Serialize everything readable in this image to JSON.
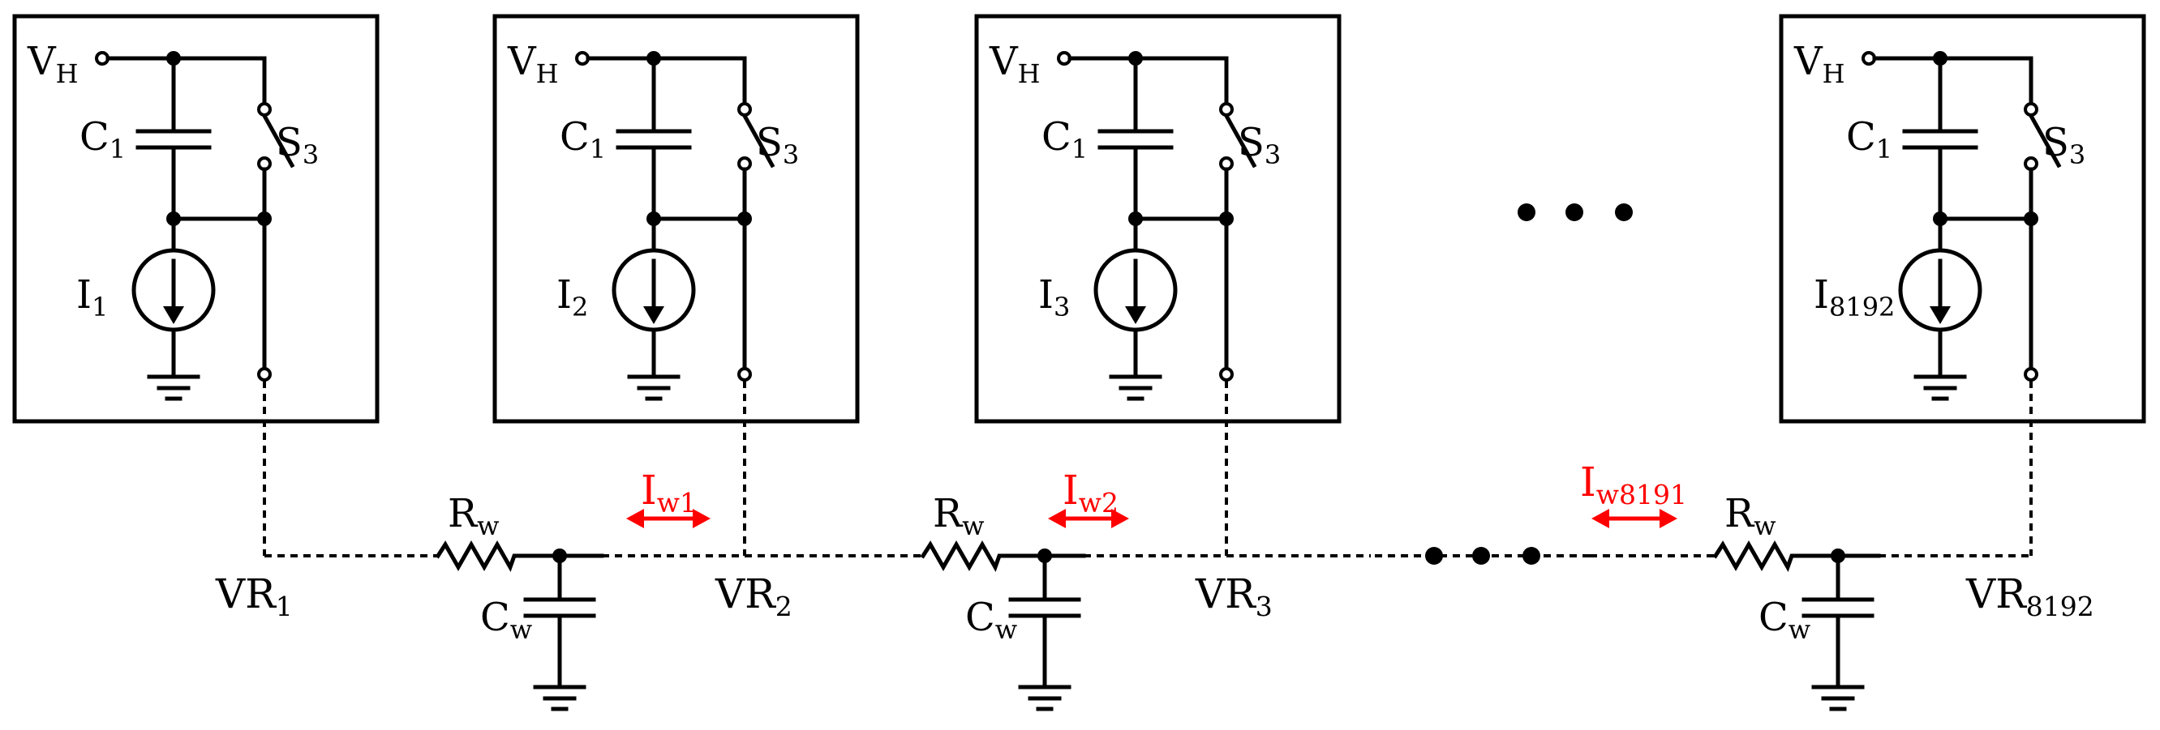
{
  "cells": [
    {
      "supply": "V",
      "supply_sub": "H",
      "cap": "C",
      "cap_sub": "1",
      "switch": "S",
      "switch_sub": "3",
      "source": "I",
      "source_sub": "1"
    },
    {
      "supply": "V",
      "supply_sub": "H",
      "cap": "C",
      "cap_sub": "1",
      "switch": "S",
      "switch_sub": "3",
      "source": "I",
      "source_sub": "2"
    },
    {
      "supply": "V",
      "supply_sub": "H",
      "cap": "C",
      "cap_sub": "1",
      "switch": "S",
      "switch_sub": "3",
      "source": "I",
      "source_sub": "3"
    },
    {
      "supply": "V",
      "supply_sub": "H",
      "cap": "C",
      "cap_sub": "1",
      "switch": "S",
      "switch_sub": "3",
      "source": "I",
      "source_sub": "8192"
    }
  ],
  "nodes": [
    {
      "main": "VR",
      "sub": "1"
    },
    {
      "main": "VR",
      "sub": "2"
    },
    {
      "main": "VR",
      "sub": "3"
    },
    {
      "main": "VR",
      "sub": "8192"
    }
  ],
  "wire_segments": [
    {
      "res": "R",
      "res_sub": "w",
      "cap": "C",
      "cap_sub": "w"
    },
    {
      "res": "R",
      "res_sub": "w",
      "cap": "C",
      "cap_sub": "w"
    },
    {
      "res": "R",
      "res_sub": "w",
      "cap": "C",
      "cap_sub": "w"
    }
  ],
  "currents": [
    {
      "main": "I",
      "sub": "w1"
    },
    {
      "main": "I",
      "sub": "w2"
    },
    {
      "main": "I",
      "sub": "w8191"
    }
  ],
  "colors": {
    "line": "#000000",
    "highlight": "#ff0000",
    "background": "#ffffff"
  },
  "ellipsis_icon": "three-dots"
}
